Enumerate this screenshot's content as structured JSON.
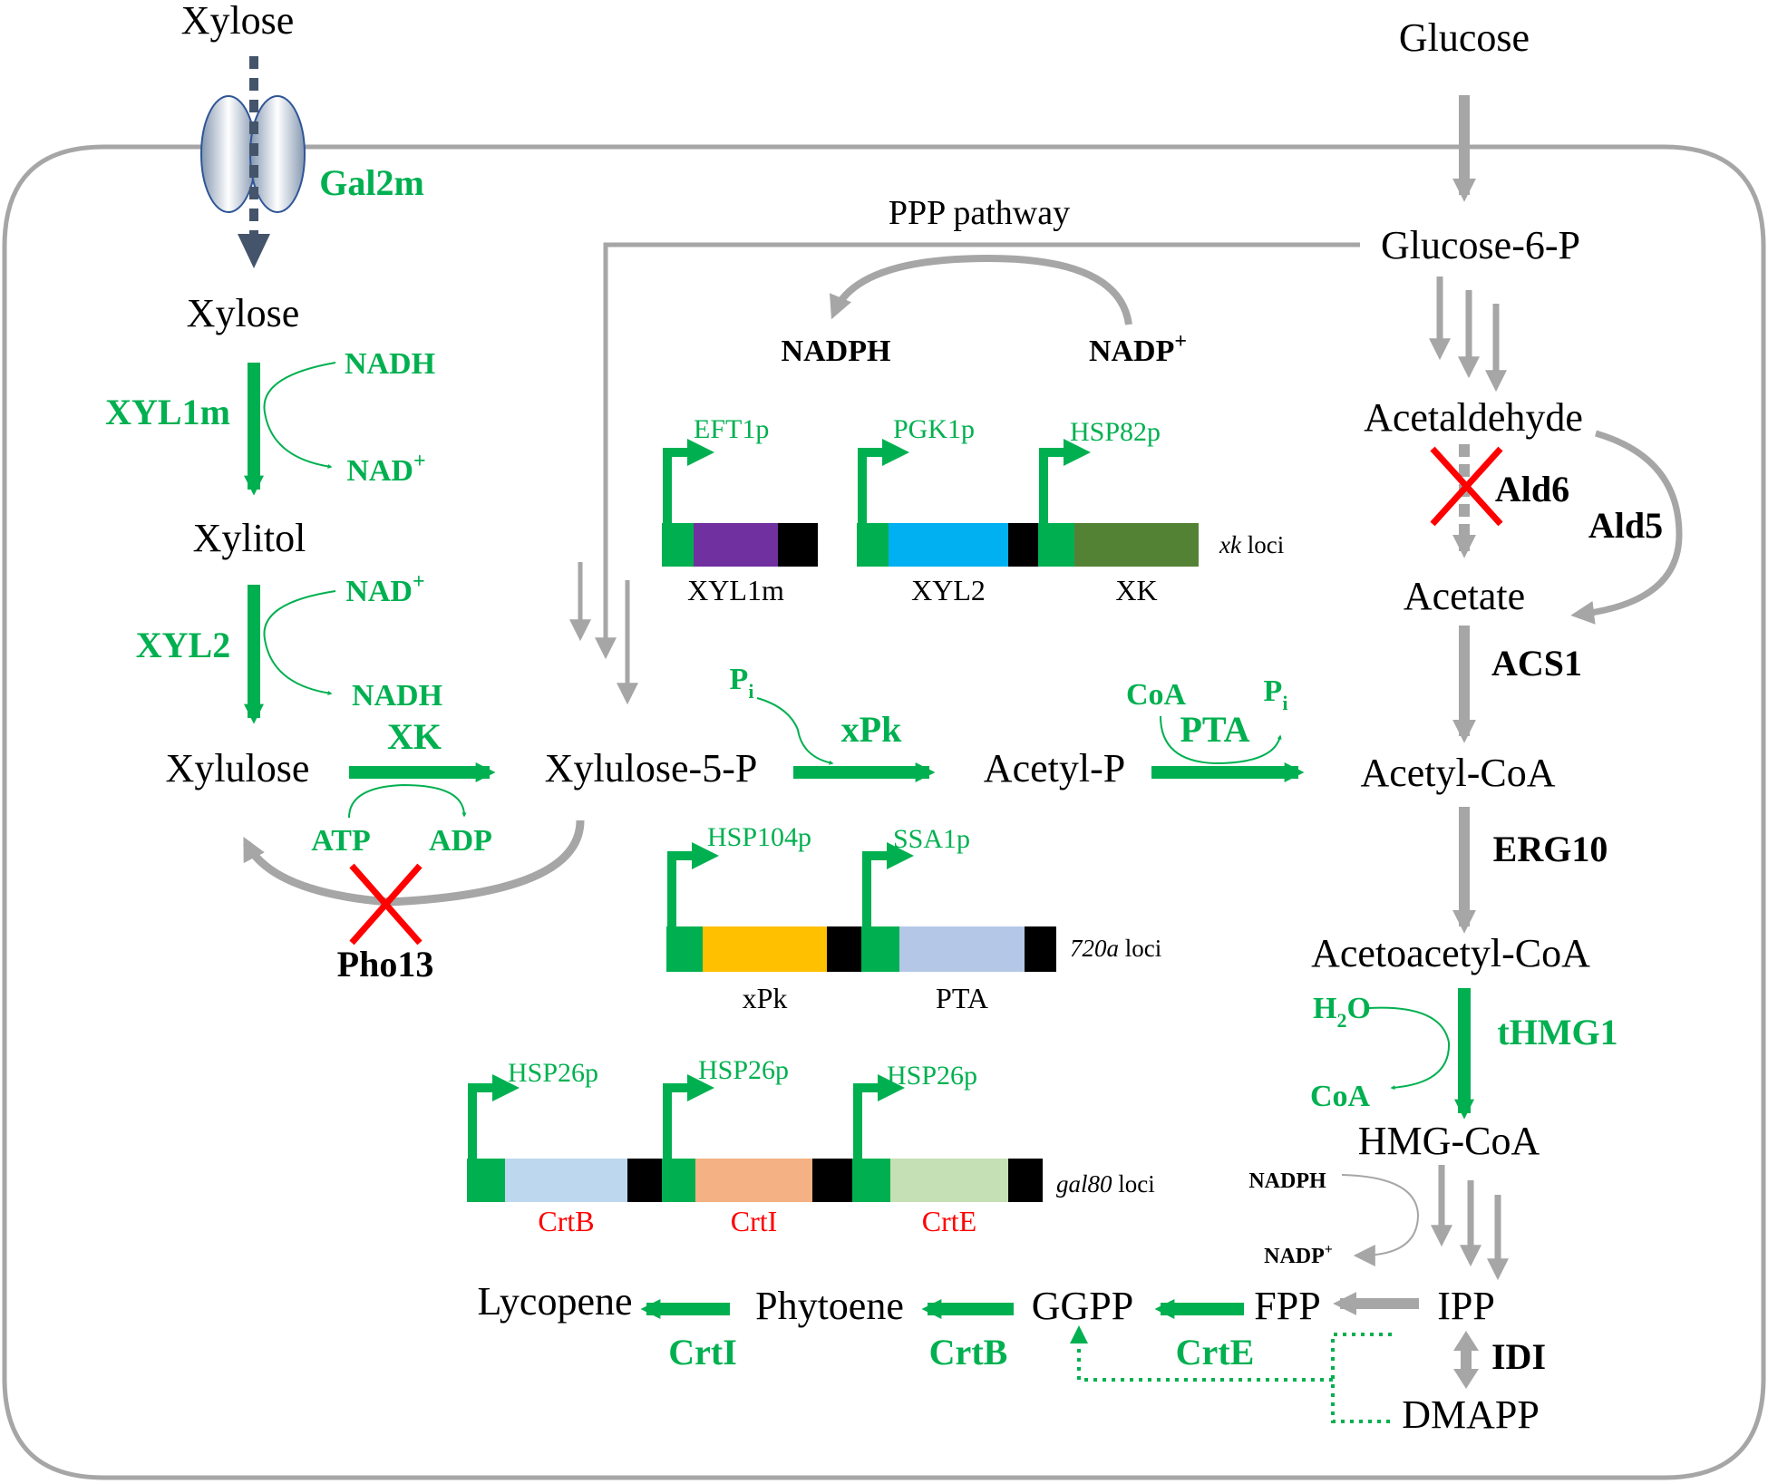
{
  "metabolites": {
    "xylose_out": "Xylose",
    "glucose": "Glucose",
    "xylose_in": "Xylose",
    "xylitol": "Xylitol",
    "xylulose": "Xylulose",
    "xylulose5p": "Xylulose-5-P",
    "acetylp": "Acetyl-P",
    "acetylcoa": "Acetyl-CoA",
    "glucose6p": "Glucose-6-P",
    "acetaldehyde": "Acetaldehyde",
    "acetate": "Acetate",
    "acetoacetylcoa": "Acetoacetyl-CoA",
    "hmgcoa": "HMG-CoA",
    "ipp": "IPP",
    "dmapp": "DMAPP",
    "fpp": "FPP",
    "ggpp": "GGPP",
    "phytoene": "Phytoene",
    "lycopene": "Lycopene"
  },
  "genes": {
    "gal2m": "Gal2m",
    "xyl1m": "XYL1m",
    "xyl2": "XYL2",
    "xk": "XK",
    "pho13": "Pho13",
    "xpk": "xPk",
    "pta": "PTA",
    "ald6": "Ald6",
    "ald5": "Ald5",
    "acs1": "ACS1",
    "erg10": "ERG10",
    "thmg1": "tHMG1",
    "idi": "IDI",
    "crte": "CrtE",
    "crtb": "CrtB",
    "crti": "CrtI"
  },
  "cofactors": {
    "nadh1": "NADH",
    "nad1": "NAD",
    "nad2": "NAD",
    "nadh2": "NADH",
    "atp": "ATP",
    "adp": "ADP",
    "pi1": "P",
    "pi1_sub": "i",
    "coa1": "CoA",
    "pi2": "P",
    "pi2_sub": "i",
    "nadph_ppp": "NADPH",
    "nadp_ppp": "NADP",
    "h2o_h": "H",
    "h2o_2": "2",
    "h2o_o": "O",
    "coa2": "CoA",
    "nadph_mva": "NADPH",
    "nadp_mva": "NADP",
    "plus": "+"
  },
  "ppp_label": "PPP pathway",
  "cassettes": {
    "xk": {
      "promoters": [
        "EFT1p",
        "PGK1p",
        "HSP82p"
      ],
      "genes": [
        "XYL1m",
        "XYL2",
        "XK"
      ],
      "locus_italic": "xk",
      "locus_suffix": " loci",
      "colors": [
        "#7030a0",
        "#00b0f0",
        "#548235"
      ]
    },
    "720a": {
      "promoters": [
        "HSP104p",
        "SSA1p"
      ],
      "genes": [
        "xPk",
        "PTA"
      ],
      "locus_italic": "720a",
      "locus_suffix": " loci",
      "colors": [
        "#ffc000",
        "#b4c7e7"
      ]
    },
    "gal80": {
      "promoters": [
        "HSP26p",
        "HSP26p",
        "HSP26p"
      ],
      "genes": [
        "CrtB",
        "CrtI",
        "CrtE"
      ],
      "locus_italic": "gal80",
      "locus_suffix": " loci",
      "colors": [
        "#bdd7ee",
        "#f4b183",
        "#c5e0b4"
      ]
    }
  },
  "colors": {
    "green": "#00b050",
    "grey": "#a6a6a6",
    "red": "#ff0000",
    "navy": "#44546a"
  }
}
